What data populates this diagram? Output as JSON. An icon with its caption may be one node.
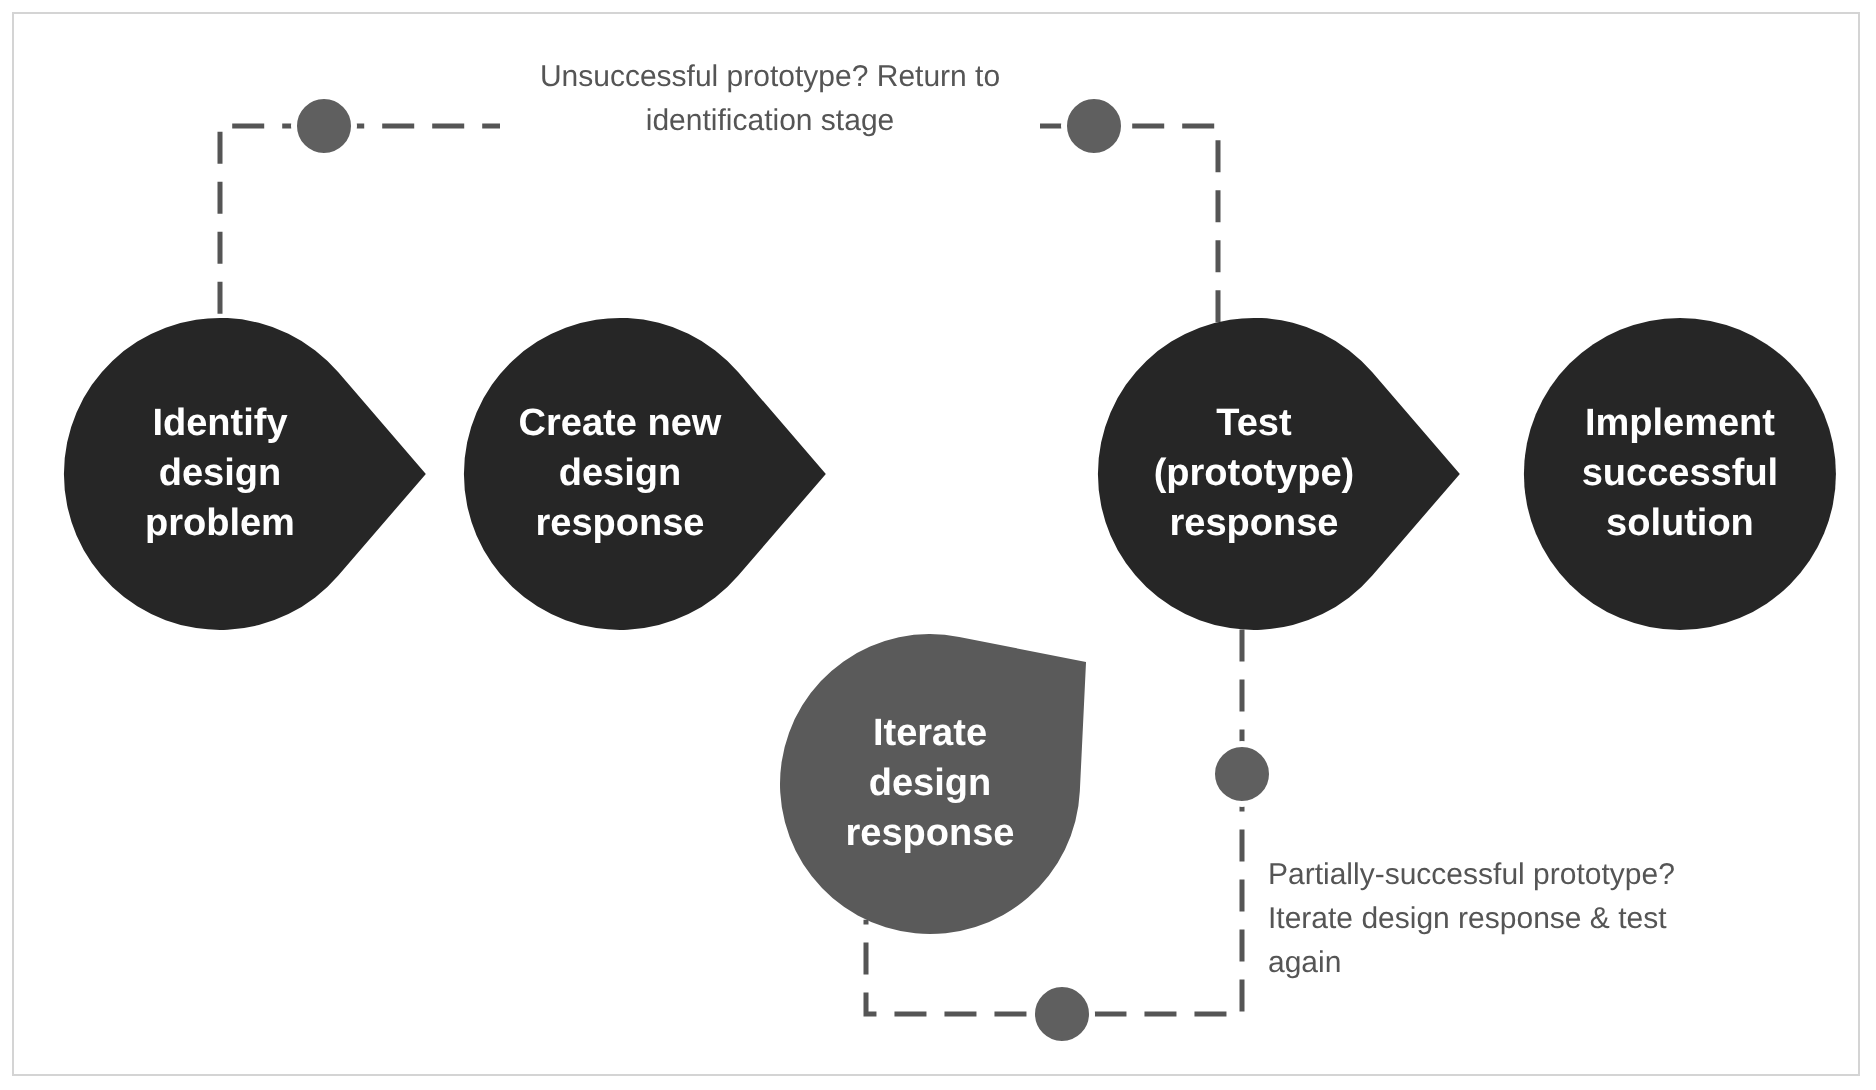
{
  "diagram": {
    "nodes": [
      {
        "text": [
          "Identify design problem"
        ]
      },
      {
        "text": [
          "Create new design response"
        ]
      },
      {
        "text": [
          "Test (prototype) response"
        ]
      },
      {
        "text": [
          "Implement successful solution"
        ]
      },
      {
        "text": [
          "Iterate design response"
        ]
      }
    ],
    "edges": [
      {
        "from": 2,
        "to": 0,
        "arrow": "none",
        "style": "dashed",
        "label": "Unsuccessful prototype? Return to identification stage"
      },
      {
        "from": 2,
        "to": 4,
        "arrow": "none",
        "style": "dashed",
        "label": "Partially-successful prototype? Iterate design response & test again"
      }
    ]
  }
}
